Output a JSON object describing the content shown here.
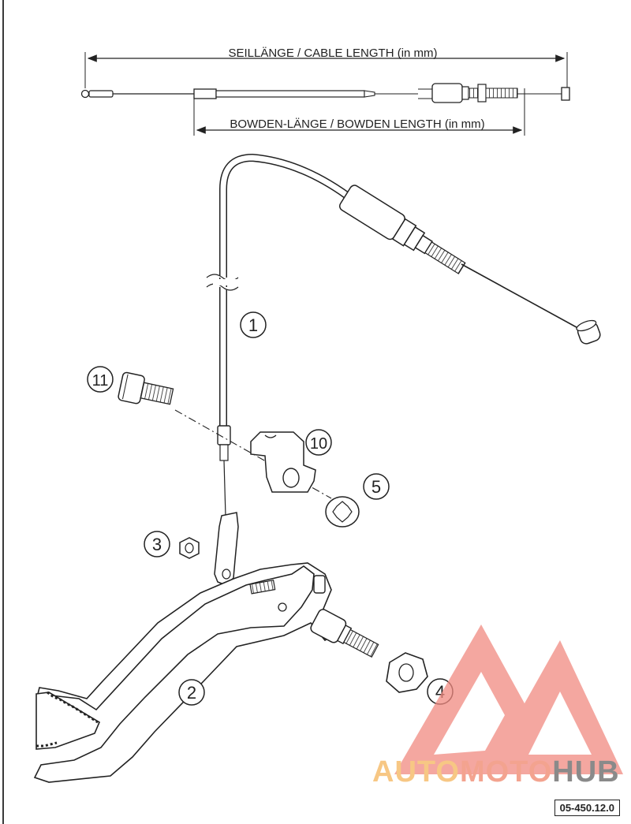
{
  "dimensions": {
    "cable_length": "SEILLÄNGE / CABLE LENGTH (in mm)",
    "bowden_length": "BOWDEN-LÄNGE / BOWDEN LENGTH (in mm)"
  },
  "callouts": {
    "c1": "1",
    "c2": "2",
    "c3": "3",
    "c4": "4",
    "c5": "5",
    "c10": "10",
    "c11": "11"
  },
  "reference_code": "05-450.12.0",
  "watermark": {
    "part1": "AUTO",
    "part2": "MOTO",
    "part3": "HUB",
    "colors": {
      "auto": "#f7c784",
      "moto": "#f3a38f",
      "hub": "#8a8a8a",
      "logo": "#f08a80"
    }
  }
}
